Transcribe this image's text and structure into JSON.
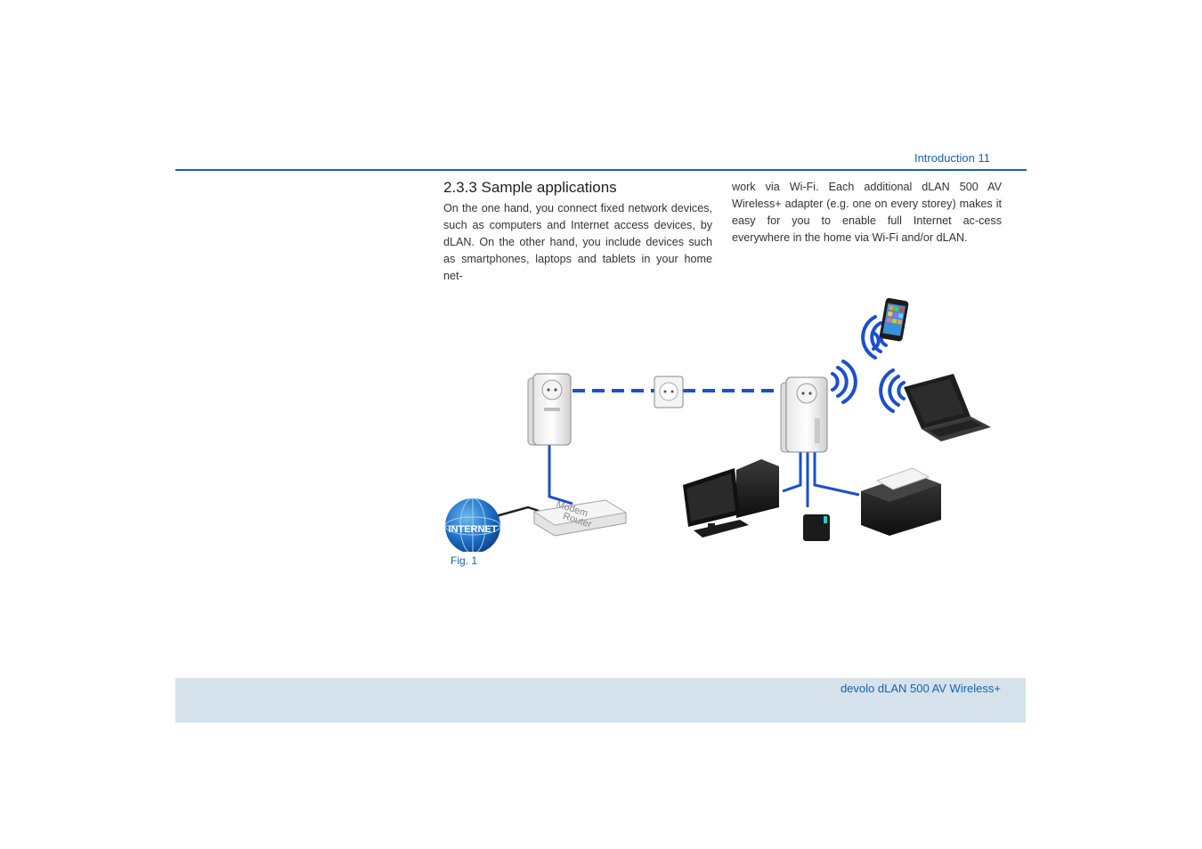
{
  "header": {
    "chapter": "Introduction 11"
  },
  "section": {
    "title": "2.3.3  Sample applications",
    "left_paragraph": "On the one hand, you connect fixed network devices, such as computers and Internet access devices, by dLAN. On the other hand, you include devices such as smartphones, laptops and tablets in your home net-",
    "right_paragraph": "work via Wi-Fi. Each additional dLAN 500 AV Wireless+ adapter (e.g. one on every storey) makes it easy for you to enable full Internet ac-cess everywhere in the home via Wi-Fi and/or dLAN."
  },
  "figure": {
    "internet_label": "INTERNET",
    "router_label_line1": "Modem",
    "router_label_line2": "Router",
    "caption": "Fig. 1"
  },
  "footer": {
    "product": "devolo dLAN 500 AV Wireless+"
  },
  "colors": {
    "accent": "#1b5fb0",
    "network_line": "#1a4fd0",
    "footer_band": "#d5e2ec"
  }
}
